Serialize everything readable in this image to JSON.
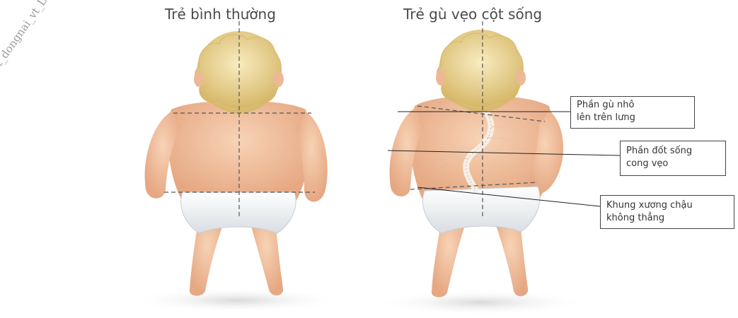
{
  "titles": {
    "normal": "Trẻ bình thường",
    "scoliosis": "Trẻ gù vẹo cột sống"
  },
  "watermark": "syt_dongnai_vt_Le Th",
  "callouts": [
    {
      "line1": "Phần gù nhô",
      "line2": "lên trên lưng"
    },
    {
      "line1": "Phần đốt sống",
      "line2": "cong vẹo"
    },
    {
      "line1": "Khung xương chậu",
      "line2": "không thẳng"
    }
  ],
  "colors": {
    "skin": "#f2c4a3",
    "skin_shadow": "#e3a27e",
    "hair": "#f0dca0",
    "hair_shadow": "#d9bd6f",
    "diaper": "#f4f6f8",
    "guide_line": "#555555"
  }
}
